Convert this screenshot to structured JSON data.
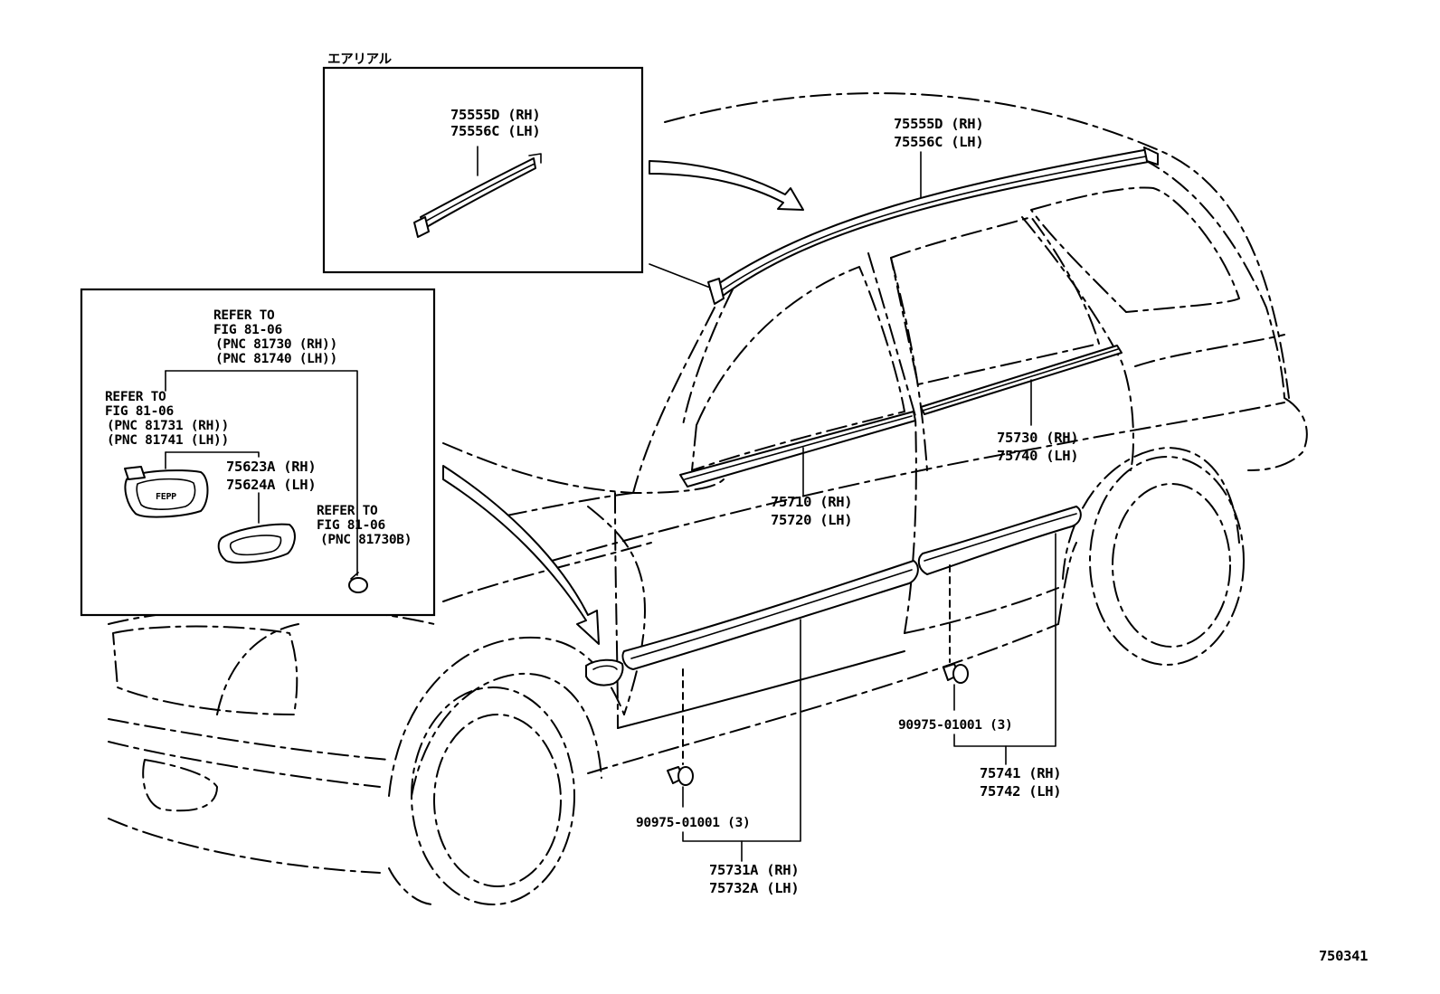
{
  "inset_top": {
    "title": "エアリアル",
    "part_rh": "75555D (RH)",
    "part_lh": "75556C (LH)"
  },
  "inset_left": {
    "ref1": [
      "REFER TO",
      "FIG 81-06",
      "(PNC 81730 (RH))",
      "(PNC 81740 (LH))"
    ],
    "ref2": [
      "REFER TO",
      "FIG 81-06",
      "(PNC 81731 (RH))",
      "(PNC 81741 (LH))"
    ],
    "ref3": [
      "REFER TO",
      "FIG 81-06",
      "(PNC 81730B)"
    ],
    "part_rh": "75623A (RH)",
    "part_lh": "75624A (LH)"
  },
  "callouts": {
    "roof_rh": "75555D (RH)",
    "roof_lh": "75556C (LH)",
    "rear_belt_rh": "75730 (RH)",
    "rear_belt_lh": "75740 (LH)",
    "front_belt_rh": "75710 (RH)",
    "front_belt_lh": "75720 (LH)",
    "clip_rear": "90975-01001 (3)",
    "rear_side_rh": "75741 (RH)",
    "rear_side_lh": "75742 (LH)",
    "clip_front": "90975-01001 (3)",
    "front_side_rh": "75731A (RH)",
    "front_side_lh": "75732A (LH)"
  },
  "figure_id": "750341"
}
